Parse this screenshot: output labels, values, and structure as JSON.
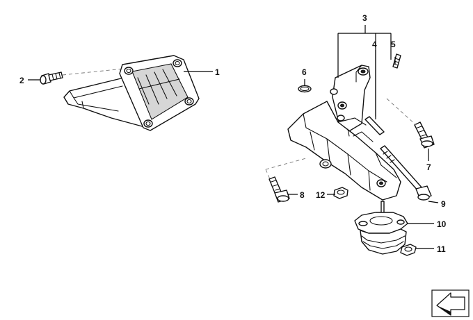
{
  "diagram": {
    "callouts": [
      {
        "id": "1",
        "label": "1"
      },
      {
        "id": "2",
        "label": "2"
      },
      {
        "id": "3",
        "label": "3"
      },
      {
        "id": "4",
        "label": "4"
      },
      {
        "id": "5",
        "label": "5"
      },
      {
        "id": "6",
        "label": "6"
      },
      {
        "id": "7",
        "label": "7"
      },
      {
        "id": "8",
        "label": "8"
      },
      {
        "id": "9",
        "label": "9"
      },
      {
        "id": "10",
        "label": "10"
      },
      {
        "id": "11",
        "label": "11"
      },
      {
        "id": "12",
        "label": "12"
      }
    ],
    "parts": {
      "1": "bracket-left",
      "2": "bolt-small",
      "3": "engine-support-bracket",
      "4": "dowel-pin",
      "5": "stud-pin",
      "6": "o-ring",
      "7": "hex-bolt",
      "8": "hex-bolt",
      "9": "long-bolt",
      "10": "engine-mount",
      "11": "self-locking-nut",
      "12": "hex-nut"
    },
    "icons": {
      "orientation_arrow": "arrow-icon"
    }
  }
}
